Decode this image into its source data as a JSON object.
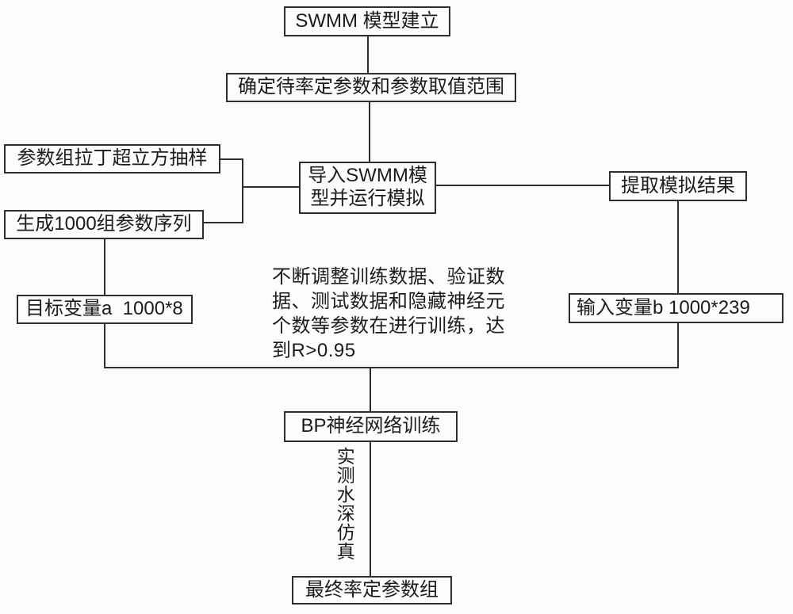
{
  "canvas": {
    "background_color": "#fcfcfc",
    "line_color": "#2e2e2e",
    "text_color": "#1c1c1c"
  },
  "nodes": {
    "swmm_model": {
      "label": "SWMM 模型建立"
    },
    "param_range": {
      "label": "确定待率定参数和参数取值范围"
    },
    "lhs_sampling": {
      "label": "参数组拉丁超立方抽样"
    },
    "gen_sequences": {
      "label": "生成1000组参数序列"
    },
    "import_run": {
      "line1": "导入SWMM模",
      "line2": "型并运行模拟"
    },
    "extract_results": {
      "label": "提取模拟结果"
    },
    "target_variable": {
      "label": "目标变量a  1000*8"
    },
    "input_variable": {
      "label": "输入变量b 1000*239"
    },
    "bp_training": {
      "label": "BP神经网络训练"
    },
    "final_params": {
      "label": "最终率定参数组"
    }
  },
  "annotations": {
    "training_note": {
      "full_text": "不断调整训练数据、验证数据、测试数据和隐藏神经元个数等参数在进行训练，达到R>0.95",
      "lines": [
        "不断调整训练数据、验证数",
        "据、测试数据和隐藏神经元",
        "个数等参数在进行训练，达",
        "到R>0.95"
      ]
    },
    "vertical_label": {
      "text": "实测水深仿真"
    }
  }
}
